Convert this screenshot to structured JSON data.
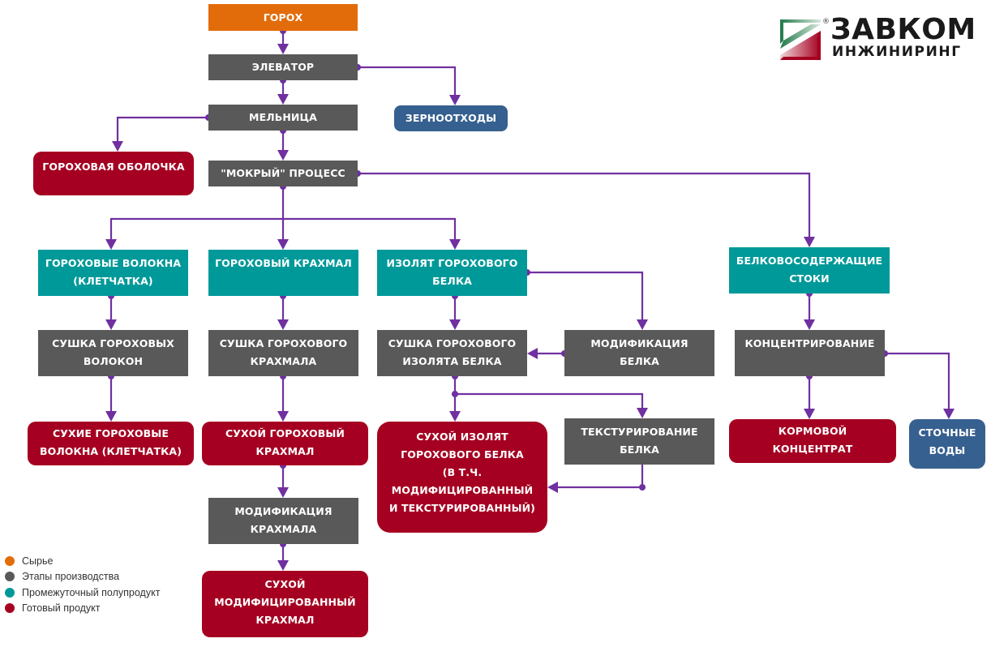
{
  "logo": {
    "title": "ЗАВКОМ",
    "subtitle": "ИНЖИНИРИНГ",
    "registered": "®",
    "colors": {
      "green": "#2E8B57",
      "red": "#A50021",
      "dark": "#1a1a1a"
    }
  },
  "colors": {
    "raw": "#E36C0A",
    "stage": "#595959",
    "intermediate": "#009999",
    "final": "#A50021",
    "waste": "#36608F",
    "connector": "#7030A0"
  },
  "nodes": {
    "peas": {
      "type": "raw",
      "label": [
        "ГОРОХ"
      ]
    },
    "elevator": {
      "type": "stage",
      "label": [
        "ЭЛЕВАТОР"
      ]
    },
    "grain_waste": {
      "type": "waste",
      "label": [
        "ЗЕРНООТХОДЫ"
      ]
    },
    "mill": {
      "type": "stage",
      "label": [
        "МЕЛЬНИЦА"
      ]
    },
    "pea_hull": {
      "type": "final",
      "label": [
        "ГОРОХОВАЯ ОБОЛОЧКА"
      ]
    },
    "wet_process": {
      "type": "stage",
      "label": [
        "\"МОКРЫЙ\" ПРОЦЕСС"
      ]
    },
    "pea_fiber": {
      "type": "intermediate",
      "label": [
        "ГОРОХОВЫЕ ВОЛОКНА",
        "(КЛЕТЧАТКА)"
      ]
    },
    "pea_starch": {
      "type": "intermediate",
      "label": [
        "ГОРОХОВЫЙ КРАХМАЛ"
      ]
    },
    "protein_isolate": {
      "type": "intermediate",
      "label": [
        "ИЗОЛЯТ ГОРОХОВОГО",
        "БЕЛКА"
      ]
    },
    "protein_effluent": {
      "type": "intermediate",
      "label": [
        "БЕЛКОВОСОДЕРЖАЩИЕ",
        "СТОКИ"
      ]
    },
    "fiber_drying": {
      "type": "stage",
      "label": [
        "СУШКА ГОРОХОВЫХ",
        "ВОЛОКОН"
      ]
    },
    "starch_drying": {
      "type": "stage",
      "label": [
        "СУШКА ГОРОХОВОГО",
        "КРАХМАЛА"
      ]
    },
    "isolate_drying": {
      "type": "stage",
      "label": [
        "СУШКА ГОРОХОВОГО",
        "ИЗОЛЯТА БЕЛКА"
      ]
    },
    "protein_modification": {
      "type": "stage",
      "label": [
        "МОДИФИКАЦИЯ",
        "БЕЛКА"
      ]
    },
    "concentration": {
      "type": "stage",
      "label": [
        "КОНЦЕНТРИРОВАНИЕ"
      ]
    },
    "dry_fiber": {
      "type": "final",
      "label": [
        "СУХИЕ ГОРОХОВЫЕ",
        "ВОЛОКНА (КЛЕТЧАТКА)"
      ]
    },
    "dry_starch": {
      "type": "final",
      "label": [
        "СУХОЙ ГОРОХОВЫЙ",
        "КРАХМАЛ"
      ]
    },
    "dry_isolate": {
      "type": "final",
      "label": [
        "СУХОЙ ИЗОЛЯТ",
        "ГОРОХОВОГО БЕЛКА",
        "(В Т.Ч.",
        "МОДИФИЦИРОВАННЫЙ",
        "И ТЕКСТУРИРОВАННЫЙ)"
      ]
    },
    "protein_texturing": {
      "type": "stage",
      "label": [
        "ТЕКСТУРИРОВАНИЕ",
        "БЕЛКА"
      ]
    },
    "feed_concentrate": {
      "type": "final",
      "label": [
        "КОРМОВОЙ",
        "КОНЦЕНТРАТ"
      ]
    },
    "wastewater": {
      "type": "waste",
      "label": [
        "СТОЧНЫЕ",
        "ВОДЫ"
      ]
    },
    "starch_modification": {
      "type": "stage",
      "label": [
        "МОДИФИКАЦИЯ",
        "КРАХМАЛА"
      ]
    },
    "dry_modified_starch": {
      "type": "final",
      "label": [
        "СУХОЙ",
        "МОДИФИЦИРОВАННЫЙ",
        "КРАХМАЛ"
      ]
    }
  },
  "edges": [
    [
      "peas",
      "elevator"
    ],
    [
      "elevator",
      "mill"
    ],
    [
      "elevator",
      "grain_waste"
    ],
    [
      "mill",
      "pea_hull"
    ],
    [
      "mill",
      "wet_process"
    ],
    [
      "wet_process",
      "pea_fiber"
    ],
    [
      "wet_process",
      "pea_starch"
    ],
    [
      "wet_process",
      "protein_isolate"
    ],
    [
      "wet_process",
      "protein_effluent"
    ],
    [
      "pea_fiber",
      "fiber_drying"
    ],
    [
      "fiber_drying",
      "dry_fiber"
    ],
    [
      "pea_starch",
      "starch_drying"
    ],
    [
      "starch_drying",
      "dry_starch"
    ],
    [
      "dry_starch",
      "starch_modification"
    ],
    [
      "starch_modification",
      "dry_modified_starch"
    ],
    [
      "protein_isolate",
      "isolate_drying"
    ],
    [
      "protein_isolate",
      "protein_modification"
    ],
    [
      "protein_modification",
      "isolate_drying"
    ],
    [
      "isolate_drying",
      "dry_isolate"
    ],
    [
      "isolate_drying",
      "protein_texturing"
    ],
    [
      "protein_texturing",
      "dry_isolate"
    ],
    [
      "protein_effluent",
      "concentration"
    ],
    [
      "concentration",
      "feed_concentrate"
    ],
    [
      "concentration",
      "wastewater"
    ]
  ],
  "legend": [
    {
      "label": "Сырье",
      "color": "#E36C0A"
    },
    {
      "label": "Этапы производства",
      "color": "#595959"
    },
    {
      "label": "Промежуточный полупродукт",
      "color": "#009999"
    },
    {
      "label": "Готовый продукт",
      "color": "#A50021"
    }
  ]
}
